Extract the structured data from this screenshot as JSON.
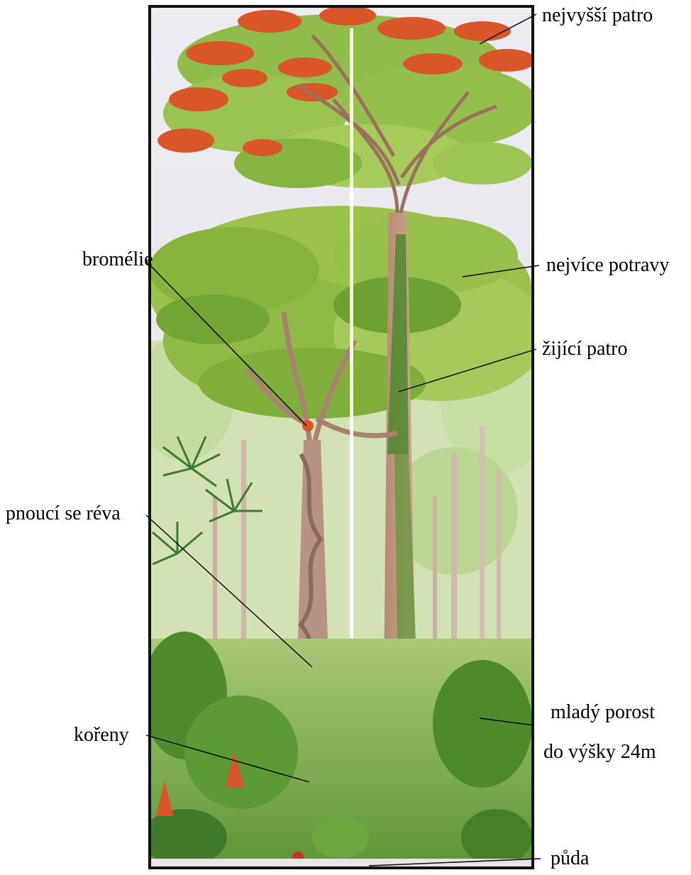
{
  "labels": {
    "emergent_layer": "nejvyšší patro",
    "most_food": "nejvíce potravy",
    "bromeliad": "bromélie",
    "living_layer": "žijící patro",
    "climbing_vine": "pnoucí se réva",
    "young_growth_1": "mladý porost",
    "young_growth_2": "do výšky 24m",
    "roots": "kořeny",
    "soil": "půda"
  },
  "colors": {
    "sky": "#e6e4ee",
    "frame": "#111111",
    "canopy_green": "#7fae3a",
    "light_green": "#b8d06a",
    "flower_orange": "#d8562a",
    "trunk": "#b98a70",
    "trunk_dark": "#8a5a45",
    "vine_green": "#4f8a2e",
    "undergrowth": "#3f7a2a",
    "leader_line": "#000000"
  }
}
